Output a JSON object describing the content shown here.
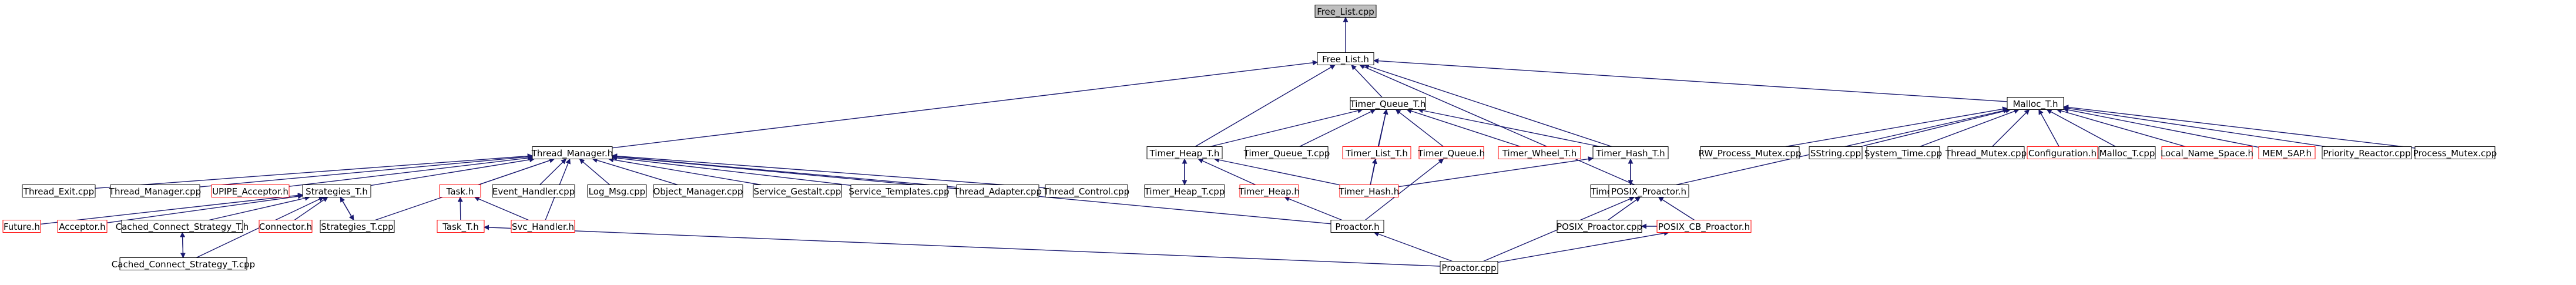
{
  "diagram": {
    "title": "",
    "nodes": [
      {
        "id": "free_list_cpp",
        "label": "Free_List.cpp",
        "style": "root"
      },
      {
        "id": "free_list_h",
        "label": "Free_List.h",
        "style": "black"
      },
      {
        "id": "timer_queue_t_h",
        "label": "Timer_Queue_T.h",
        "style": "black"
      },
      {
        "id": "malloc_t_h",
        "label": "Malloc_T.h",
        "style": "black"
      },
      {
        "id": "thread_manager_h",
        "label": "Thread_Manager.h",
        "style": "black"
      },
      {
        "id": "timer_heap_t_h",
        "label": "Timer_Heap_T.h",
        "style": "black"
      },
      {
        "id": "timer_queue_t_cpp",
        "label": "Timer_Queue_T.cpp",
        "style": "black"
      },
      {
        "id": "timer_list_t_h",
        "label": "Timer_List_T.h",
        "style": "red"
      },
      {
        "id": "timer_queue_h",
        "label": "Timer_Queue.h",
        "style": "red"
      },
      {
        "id": "timer_wheel_t_h",
        "label": "Timer_Wheel_T.h",
        "style": "red"
      },
      {
        "id": "timer_hash_t_h",
        "label": "Timer_Hash_T.h",
        "style": "black"
      },
      {
        "id": "rw_process_mutex_cpp",
        "label": "RW_Process_Mutex.cpp",
        "style": "black"
      },
      {
        "id": "sstring_cpp",
        "label": "SString.cpp",
        "style": "black"
      },
      {
        "id": "system_time_cpp",
        "label": "System_Time.cpp",
        "style": "black"
      },
      {
        "id": "thread_mutex_cpp",
        "label": "Thread_Mutex.cpp",
        "style": "black"
      },
      {
        "id": "configuration_h",
        "label": "Configuration.h",
        "style": "red"
      },
      {
        "id": "malloc_t_cpp",
        "label": "Malloc_T.cpp",
        "style": "black"
      },
      {
        "id": "local_name_space_h",
        "label": "Local_Name_Space.h",
        "style": "red"
      },
      {
        "id": "mem_sap_h",
        "label": "MEM_SAP.h",
        "style": "red"
      },
      {
        "id": "priority_reactor_cpp",
        "label": "Priority_Reactor.cpp",
        "style": "black"
      },
      {
        "id": "process_mutex_cpp",
        "label": "Process_Mutex.cpp",
        "style": "black"
      },
      {
        "id": "thread_exit_cpp",
        "label": "Thread_Exit.cpp",
        "style": "black"
      },
      {
        "id": "thread_manager_cpp",
        "label": "Thread_Manager.cpp",
        "style": "black"
      },
      {
        "id": "upipe_acceptor_h",
        "label": "UPIPE_Acceptor.h",
        "style": "red"
      },
      {
        "id": "strategies_t_h",
        "label": "Strategies_T.h",
        "style": "black"
      },
      {
        "id": "task_h",
        "label": "Task.h",
        "style": "red"
      },
      {
        "id": "event_handler_cpp",
        "label": "Event_Handler.cpp",
        "style": "black"
      },
      {
        "id": "log_msg_cpp",
        "label": "Log_Msg.cpp",
        "style": "black"
      },
      {
        "id": "object_manager_cpp",
        "label": "Object_Manager.cpp",
        "style": "black"
      },
      {
        "id": "service_gestalt_cpp",
        "label": "Service_Gestalt.cpp",
        "style": "black"
      },
      {
        "id": "service_templates_cpp",
        "label": "Service_Templates.cpp",
        "style": "black"
      },
      {
        "id": "thread_adapter_cpp",
        "label": "Thread_Adapter.cpp",
        "style": "black"
      },
      {
        "id": "thread_control_cpp",
        "label": "Thread_Control.cpp",
        "style": "black"
      },
      {
        "id": "timer_heap_t_cpp",
        "label": "Timer_Heap_T.cpp",
        "style": "black"
      },
      {
        "id": "timer_heap_h",
        "label": "Timer_Heap.h",
        "style": "red"
      },
      {
        "id": "timer_hash_h",
        "label": "Timer_Hash.h",
        "style": "red"
      },
      {
        "id": "timer_hash_t_cpp",
        "label": "Timer_Hash_T.cpp",
        "style": "black"
      },
      {
        "id": "posix_proactor_h",
        "label": "POSIX_Proactor.h",
        "style": "black"
      },
      {
        "id": "future_h",
        "label": "Future.h",
        "style": "red"
      },
      {
        "id": "acceptor_h",
        "label": "Acceptor.h",
        "style": "red"
      },
      {
        "id": "cached_connect_strategy_t_h",
        "label": "Cached_Connect_Strategy_T.h",
        "style": "black"
      },
      {
        "id": "connector_h",
        "label": "Connector.h",
        "style": "red"
      },
      {
        "id": "strategies_t_cpp",
        "label": "Strategies_T.cpp",
        "style": "black"
      },
      {
        "id": "task_t_h",
        "label": "Task_T.h",
        "style": "red"
      },
      {
        "id": "svc_handler_h",
        "label": "Svc_Handler.h",
        "style": "red"
      },
      {
        "id": "posix_proactor_cpp",
        "label": "POSIX_Proactor.cpp",
        "style": "black"
      },
      {
        "id": "posix_cb_proactor_h",
        "label": "POSIX_CB_Proactor.h",
        "style": "red"
      },
      {
        "id": "proactor_h",
        "label": "Proactor.h",
        "style": "black"
      },
      {
        "id": "cached_connect_strategy_t_cpp",
        "label": "Cached_Connect_Strategy_T.cpp",
        "style": "black"
      },
      {
        "id": "proactor_cpp",
        "label": "Proactor.cpp",
        "style": "black"
      }
    ],
    "edges": [
      [
        "free_list_h",
        "free_list_cpp"
      ],
      [
        "timer_queue_t_h",
        "free_list_h"
      ],
      [
        "malloc_t_h",
        "free_list_h"
      ],
      [
        "thread_manager_h",
        "free_list_h"
      ],
      [
        "timer_heap_t_h",
        "free_list_h"
      ],
      [
        "timer_hash_t_h",
        "free_list_h"
      ],
      [
        "posix_proactor_h",
        "free_list_h"
      ],
      [
        "timer_heap_t_h",
        "timer_queue_t_h"
      ],
      [
        "timer_queue_t_cpp",
        "timer_queue_t_h"
      ],
      [
        "timer_list_t_h",
        "timer_queue_t_h"
      ],
      [
        "timer_queue_h",
        "timer_queue_t_h"
      ],
      [
        "timer_wheel_t_h",
        "timer_queue_t_h"
      ],
      [
        "timer_hash_t_h",
        "timer_queue_t_h"
      ],
      [
        "timer_hash_h",
        "timer_queue_t_h"
      ],
      [
        "rw_process_mutex_cpp",
        "malloc_t_h"
      ],
      [
        "sstring_cpp",
        "malloc_t_h"
      ],
      [
        "system_time_cpp",
        "malloc_t_h"
      ],
      [
        "thread_mutex_cpp",
        "malloc_t_h"
      ],
      [
        "configuration_h",
        "malloc_t_h"
      ],
      [
        "malloc_t_cpp",
        "malloc_t_h"
      ],
      [
        "local_name_space_h",
        "malloc_t_h"
      ],
      [
        "mem_sap_h",
        "malloc_t_h"
      ],
      [
        "priority_reactor_cpp",
        "malloc_t_h"
      ],
      [
        "process_mutex_cpp",
        "malloc_t_h"
      ],
      [
        "posix_proactor_h",
        "malloc_t_h"
      ],
      [
        "thread_exit_cpp",
        "thread_manager_h"
      ],
      [
        "thread_manager_cpp",
        "thread_manager_h"
      ],
      [
        "upipe_acceptor_h",
        "thread_manager_h"
      ],
      [
        "strategies_t_h",
        "thread_manager_h"
      ],
      [
        "task_h",
        "thread_manager_h"
      ],
      [
        "event_handler_cpp",
        "thread_manager_h"
      ],
      [
        "log_msg_cpp",
        "thread_manager_h"
      ],
      [
        "object_manager_cpp",
        "thread_manager_h"
      ],
      [
        "service_gestalt_cpp",
        "thread_manager_h"
      ],
      [
        "service_templates_cpp",
        "thread_manager_h"
      ],
      [
        "thread_adapter_cpp",
        "thread_manager_h"
      ],
      [
        "thread_control_cpp",
        "thread_manager_h"
      ],
      [
        "strategies_t_cpp",
        "thread_manager_h"
      ],
      [
        "proactor_h",
        "thread_manager_h"
      ],
      [
        "svc_handler_h",
        "thread_manager_h"
      ],
      [
        "timer_heap_t_cpp",
        "timer_heap_t_h"
      ],
      [
        "timer_heap_h",
        "timer_heap_t_h"
      ],
      [
        "timer_hash_h",
        "timer_heap_t_h"
      ],
      [
        "timer_heap_t_h",
        "timer_heap_t_cpp"
      ],
      [
        "timer_hash_h",
        "timer_list_t_h"
      ],
      [
        "proactor_h",
        "timer_queue_h"
      ],
      [
        "timer_hash_h",
        "timer_hash_t_h"
      ],
      [
        "timer_hash_t_cpp",
        "timer_hash_t_h"
      ],
      [
        "timer_hash_t_h",
        "timer_hash_t_cpp"
      ],
      [
        "proactor_h",
        "timer_heap_h"
      ],
      [
        "posix_proactor_cpp",
        "posix_proactor_h"
      ],
      [
        "posix_cb_proactor_h",
        "posix_proactor_h"
      ],
      [
        "proactor_cpp",
        "posix_proactor_h"
      ],
      [
        "posix_cb_proactor_h",
        "posix_proactor_cpp"
      ],
      [
        "proactor_cpp",
        "posix_cb_proactor_h"
      ],
      [
        "future_h",
        "strategies_t_h"
      ],
      [
        "acceptor_h",
        "strategies_t_h"
      ],
      [
        "cached_connect_strategy_t_h",
        "strategies_t_h"
      ],
      [
        "connector_h",
        "strategies_t_h"
      ],
      [
        "strategies_t_cpp",
        "strategies_t_h"
      ],
      [
        "strategies_t_h",
        "strategies_t_cpp"
      ],
      [
        "cached_connect_strategy_t_cpp",
        "cached_connect_strategy_t_h"
      ],
      [
        "cached_connect_strategy_t_h",
        "cached_connect_strategy_t_cpp"
      ],
      [
        "cached_connect_strategy_t_cpp",
        "strategies_t_h"
      ],
      [
        "task_t_h",
        "task_h"
      ],
      [
        "svc_handler_h",
        "task_h"
      ],
      [
        "proactor_cpp",
        "task_t_h"
      ],
      [
        "proactor_cpp",
        "proactor_h"
      ]
    ]
  }
}
